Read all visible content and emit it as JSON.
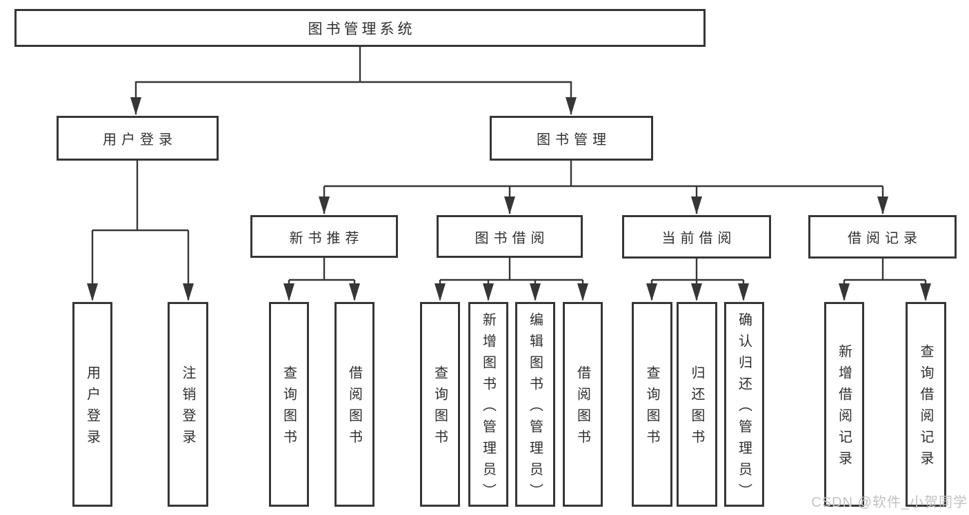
{
  "diagram_type": "hierarchy-tree",
  "tree": {
    "root": {
      "label": "图书管理系统",
      "children": [
        {
          "label": "用户登录",
          "children": [
            {
              "label": "用户登录"
            },
            {
              "label": "注销登录"
            }
          ]
        },
        {
          "label": "图书管理",
          "children": [
            {
              "label": "新书推荐",
              "children": [
                {
                  "label": "查询图书"
                },
                {
                  "label": "借阅图书"
                }
              ]
            },
            {
              "label": "图书借阅",
              "children": [
                {
                  "label": "查询图书"
                },
                {
                  "label": "新增图书（管理员）"
                },
                {
                  "label": "编辑图书（管理员）"
                },
                {
                  "label": "借阅图书"
                }
              ]
            },
            {
              "label": "当前借阅",
              "children": [
                {
                  "label": "查询图书"
                },
                {
                  "label": "归还图书"
                },
                {
                  "label": "确认归还（管理员）"
                }
              ]
            },
            {
              "label": "借阅记录",
              "children": [
                {
                  "label": "新增借阅记录"
                },
                {
                  "label": "查询借阅记录"
                }
              ]
            }
          ]
        }
      ]
    }
  },
  "watermark": {
    "text": "CSDN @软件_小贺同学"
  },
  "colors": {
    "background": "#ffffff",
    "box_background": "#ffffff",
    "box_border": "#363636",
    "line": "#363636",
    "text": "#2f2f2f",
    "watermark": "#c5c1c1"
  }
}
